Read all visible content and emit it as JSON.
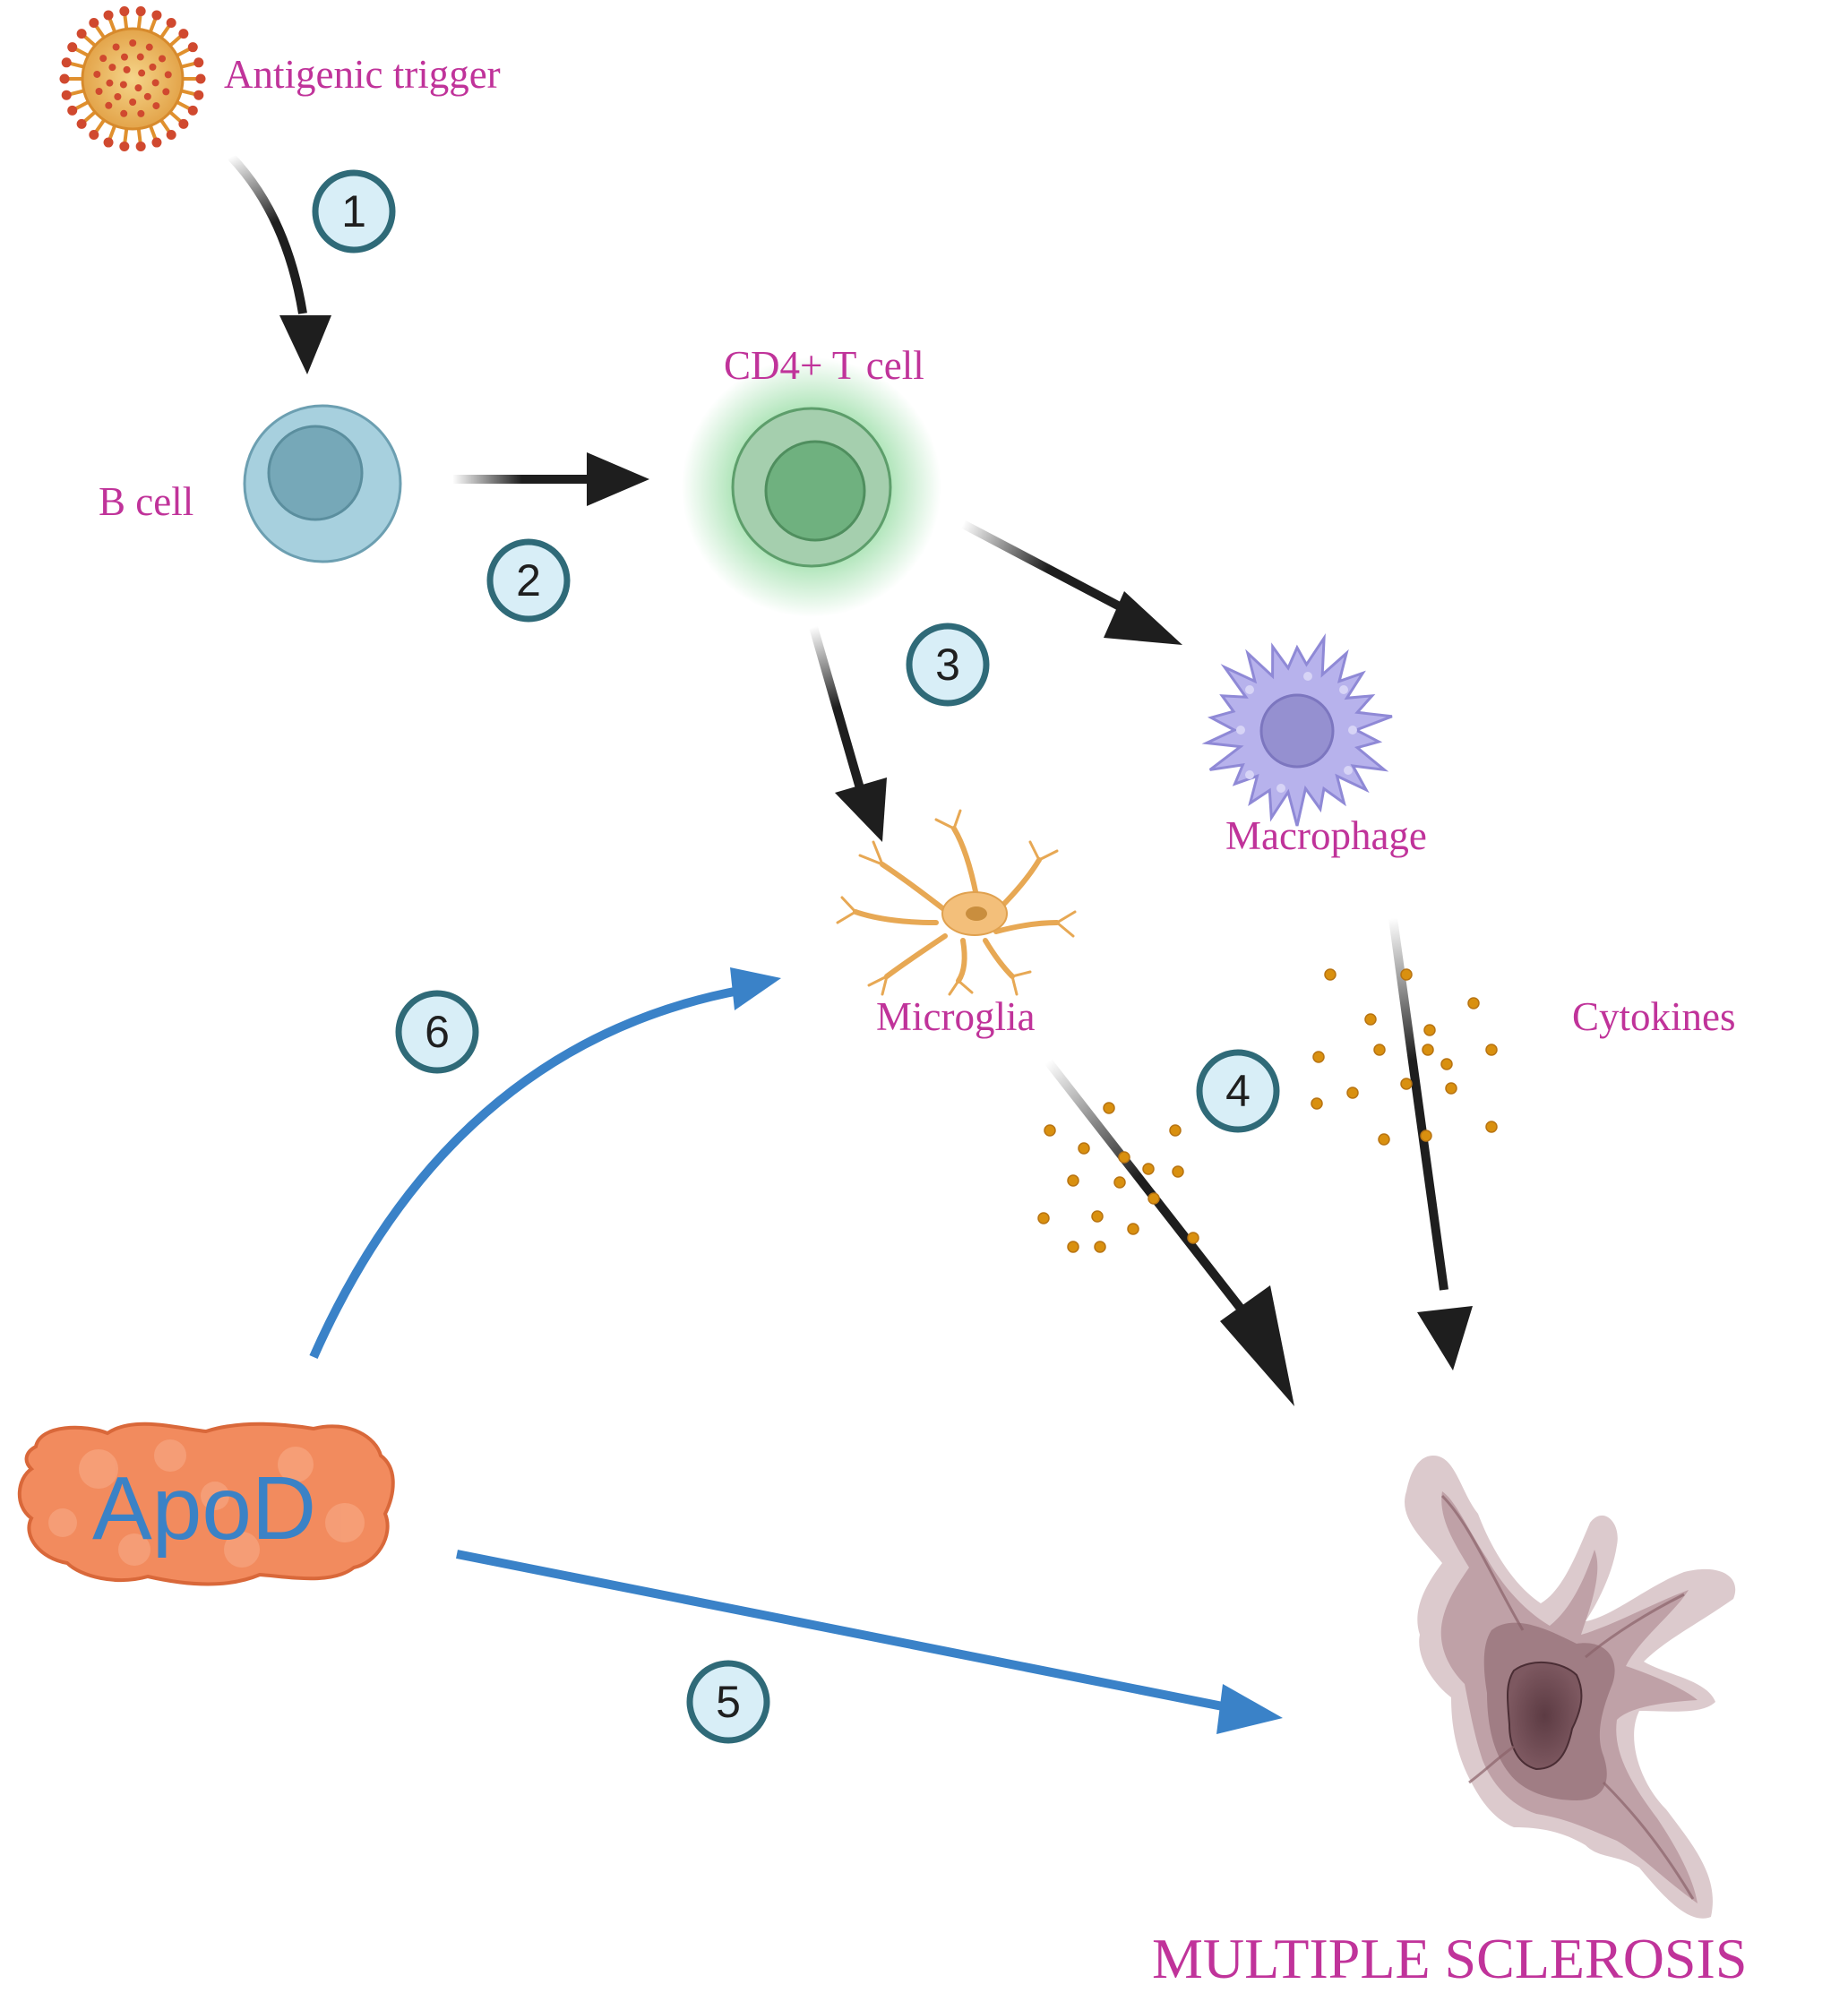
{
  "labels": {
    "antigenic_trigger": "Antigenic trigger",
    "b_cell": "B cell",
    "cd4_t_cell": "CD4+ T cell",
    "macrophage": "Macrophage",
    "microglia": "Microglia",
    "cytokines": "Cytokines",
    "apod": "ApoD",
    "multiple_sclerosis": "MULTIPLE SCLEROSIS"
  },
  "steps": [
    "1",
    "2",
    "3",
    "4",
    "5",
    "6"
  ],
  "colors": {
    "label": "#c0339a",
    "arrow_dark": "#1e1e1e",
    "arrow_blue": "#3a82c8",
    "step_fill": "#d8eef7",
    "step_ring": "#2f6a78",
    "b_cell": "#9ccbdb",
    "t_cell": "#78b888",
    "macrophage": "#b2aeea",
    "microglia": "#f3bf7a",
    "apod": "#f28b5e",
    "cytokine": "#d98b10",
    "lesion": "#8f6a73"
  },
  "icons": [
    "virus-icon",
    "b-cell-icon",
    "t-cell-icon",
    "macrophage-icon",
    "microglia-icon",
    "cytokine-dots",
    "apod-blob",
    "ms-lesion"
  ]
}
